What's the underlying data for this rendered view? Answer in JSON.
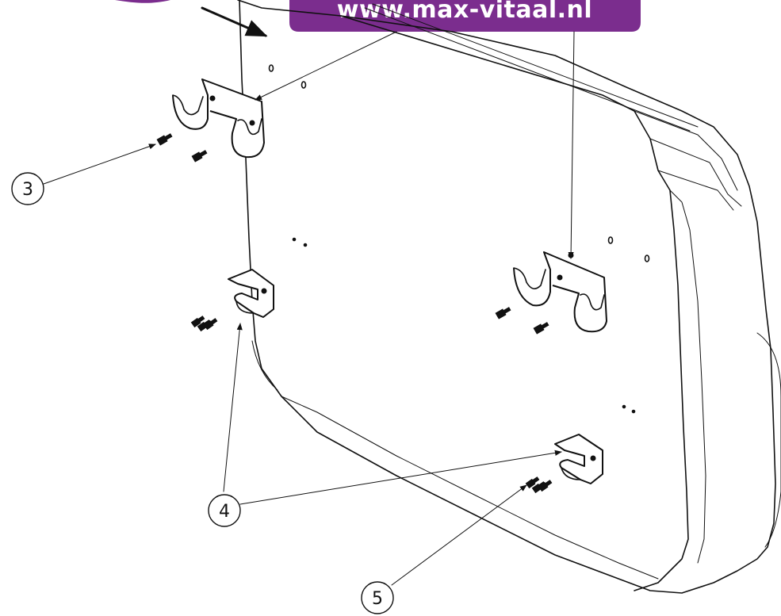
{
  "banner": {
    "url": "www.max-vitaal.nl",
    "color": "#7b2d8e"
  },
  "callouts": [
    {
      "id": "callout-3",
      "label": "3"
    },
    {
      "id": "callout-4",
      "label": "4"
    },
    {
      "id": "callout-5",
      "label": "5"
    }
  ]
}
